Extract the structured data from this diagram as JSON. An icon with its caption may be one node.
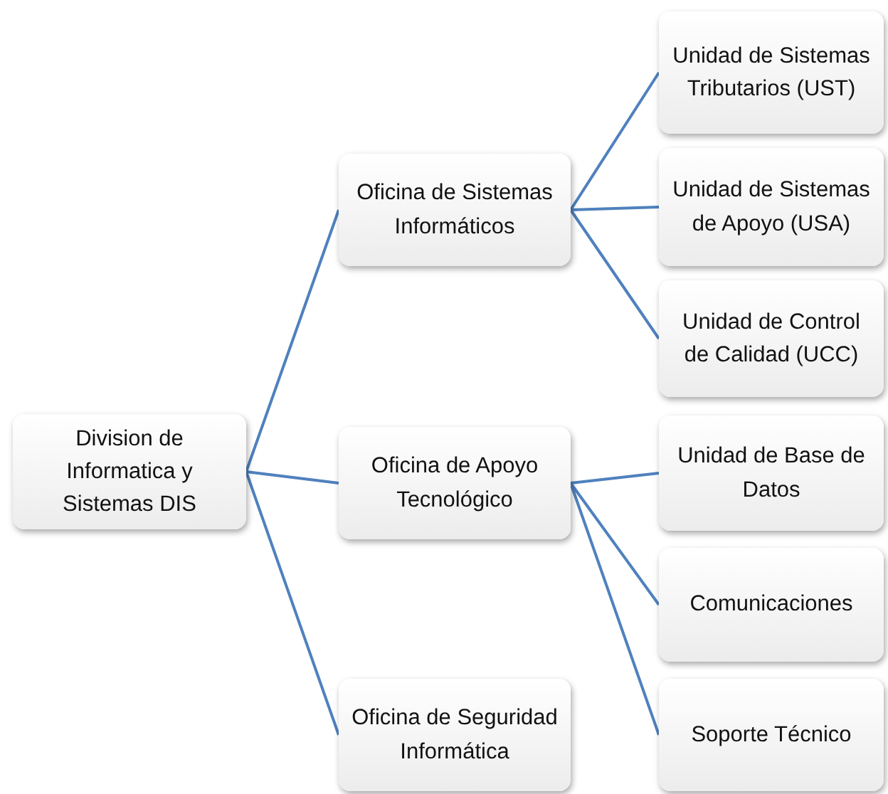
{
  "diagram": {
    "nodes": [
      {
        "text": [
          "Division de Informatica y Sistemas DIS"
        ]
      },
      {
        "text": [
          "Oficina de Sistemas Informáticos"
        ]
      },
      {
        "text": [
          "Oficina de Apoyo Tecnológico"
        ]
      },
      {
        "text": [
          "Oficina de Seguridad Informática"
        ]
      },
      {
        "text": [
          "Unidad de Sistemas Tributarios (UST)"
        ]
      },
      {
        "text": [
          "Unidad de Sistemas de Apoyo (USA)"
        ]
      },
      {
        "text": [
          "Unidad de Control de Calidad (UCC)"
        ]
      },
      {
        "text": [
          "Unidad de Base de Datos"
        ]
      },
      {
        "text": [
          "Comunicaciones"
        ]
      },
      {
        "text": [
          "Soporte Técnico"
        ]
      }
    ],
    "edges": [
      {
        "from": 0,
        "to": 1,
        "arrow": "none"
      },
      {
        "from": 0,
        "to": 2,
        "arrow": "none"
      },
      {
        "from": 0,
        "to": 3,
        "arrow": "none"
      },
      {
        "from": 1,
        "to": 4,
        "arrow": "none"
      },
      {
        "from": 1,
        "to": 5,
        "arrow": "none"
      },
      {
        "from": 1,
        "to": 6,
        "arrow": "none"
      },
      {
        "from": 2,
        "to": 7,
        "arrow": "none"
      },
      {
        "from": 2,
        "to": 8,
        "arrow": "none"
      },
      {
        "from": 2,
        "to": 9,
        "arrow": "none"
      }
    ]
  }
}
